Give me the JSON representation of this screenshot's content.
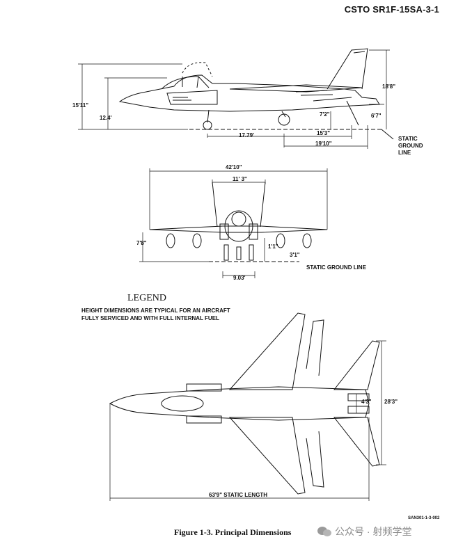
{
  "header": {
    "doc_id": "CSTO SR1F-15SA-3-1"
  },
  "side_view": {
    "dims": {
      "overall_height": "15'11\"",
      "canopy_height": "12.4'",
      "fin_top": "18'8\"",
      "wing_height": "7'2\"",
      "tail_low": "6'7\"",
      "nose_gear_to_main": "17.79'",
      "main_to_tail": "15'3\"",
      "main_to_tailpipe": "19'10\""
    },
    "ground_label": [
      "STATIC",
      "GROUND",
      "LINE"
    ]
  },
  "front_view": {
    "dims": {
      "wingspan": "42'10\"",
      "stab_span": "11' 3\"",
      "pylon_height": "7'8\"",
      "tire_small": "1'1\"",
      "gear_height": "3'1\"",
      "track": "9.03'"
    },
    "ground_label": "STATIC GROUND LINE"
  },
  "legend": {
    "title": "LEGEND",
    "text": "HEIGHT DIMENSIONS ARE TYPICAL FOR AN AIRCRAFT FULLY SERVICED AND WITH FULL INTERNAL FUEL"
  },
  "top_view": {
    "dims": {
      "length": "63'9\" STATIC LENGTH",
      "stab_span": "28'3\"",
      "nozzle_gap": "4'3\""
    }
  },
  "figure": {
    "code": "SAN301-1-3-002",
    "caption": "Figure 1-3. Principal Dimensions"
  },
  "watermark": {
    "text": "公众号 · 射频学堂"
  }
}
